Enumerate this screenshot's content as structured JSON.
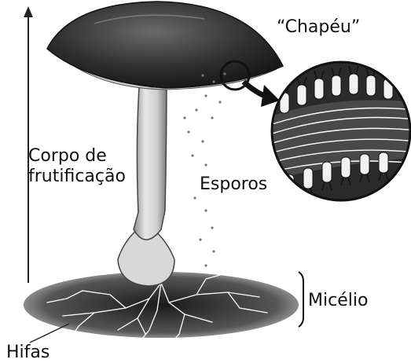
{
  "labels": {
    "chapeu": "“Chapéu”",
    "corpo_line1": "Corpo de",
    "corpo_line2": "frutificação",
    "esporos": "Esporos",
    "micelio": "Micélio",
    "hifas": "Hifas"
  }
}
